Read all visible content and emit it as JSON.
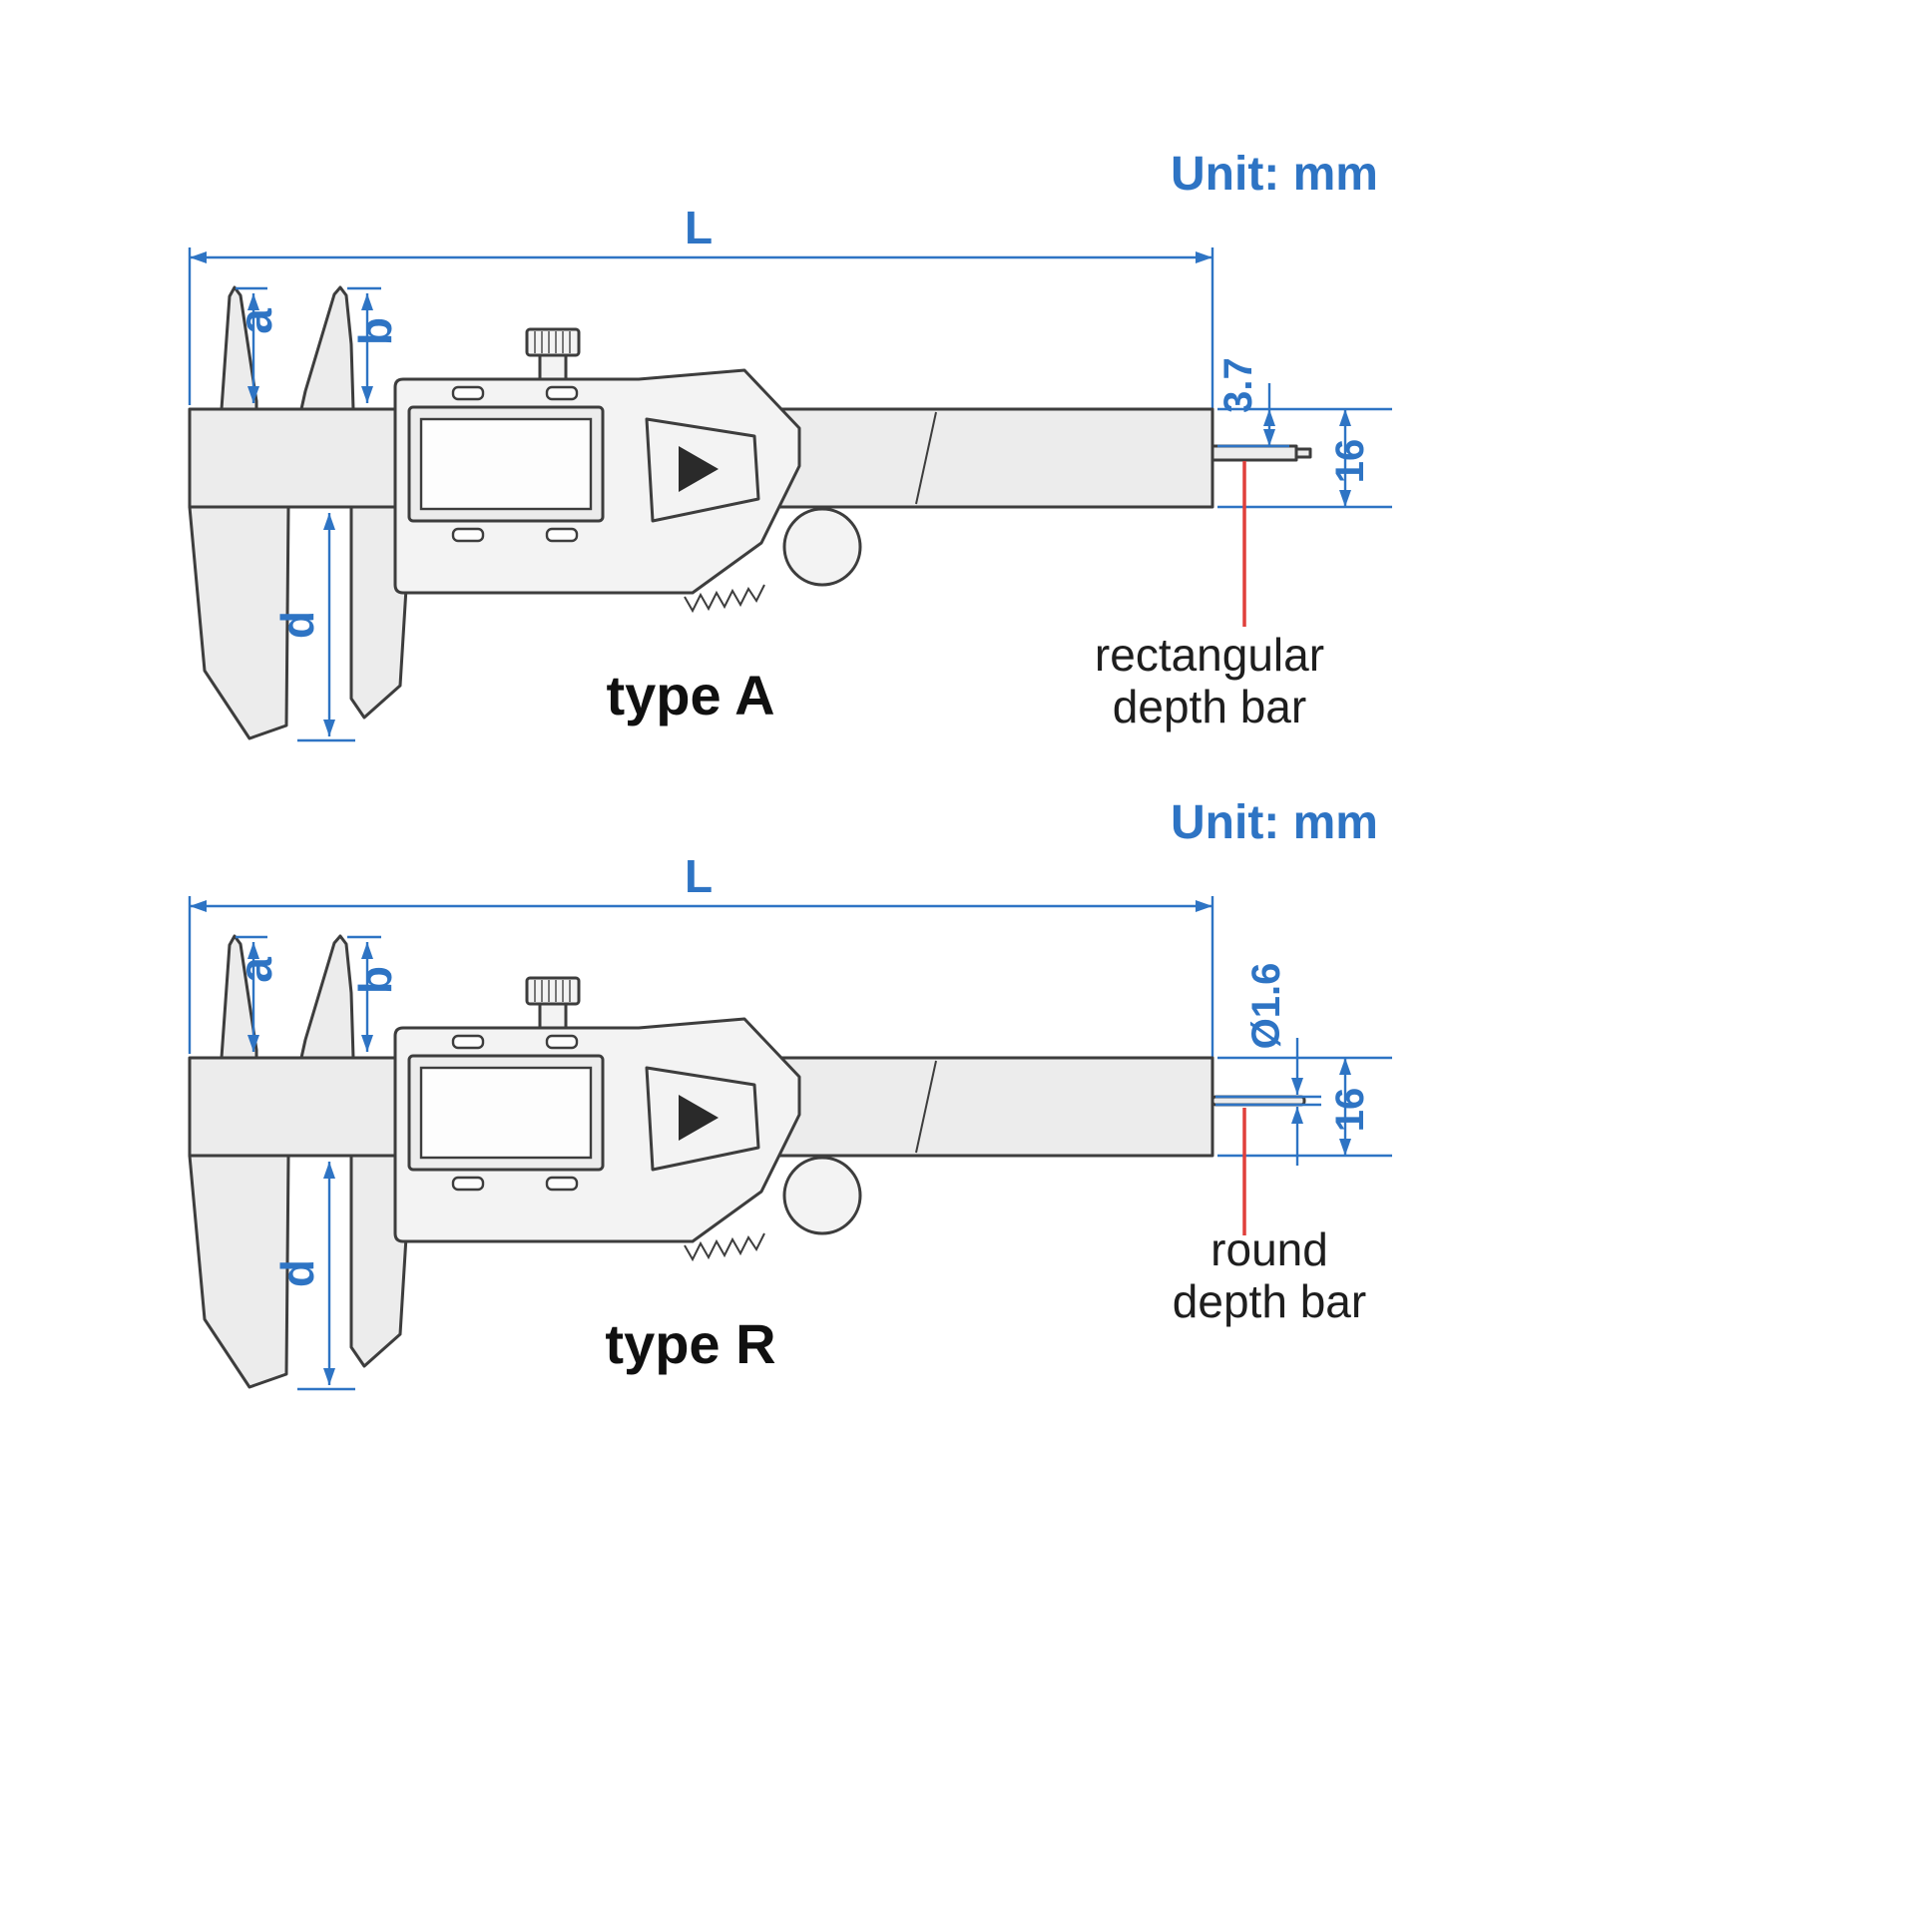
{
  "colors": {
    "dimension_blue": "#2e74c4",
    "leader_red": "#e0403c",
    "outline_gray": "#3d3d3d",
    "body_fill": "#ececec"
  },
  "diagrams": [
    {
      "unit_label": "Unit: mm",
      "length_label": "L",
      "jaw_offset_label": "a",
      "upper_jaw_label": "b",
      "lower_jaw_label": "d",
      "depth_bar_dim": "3.7",
      "beam_height_dim": "16",
      "callout_line1": "rectangular",
      "callout_line2": "depth bar",
      "type_label": "type A",
      "depth_bar_style": "rectangular"
    },
    {
      "unit_label": "Unit: mm",
      "length_label": "L",
      "jaw_offset_label": "a",
      "upper_jaw_label": "b",
      "lower_jaw_label": "d",
      "depth_bar_dim": "Ø1.6",
      "beam_height_dim": "16",
      "callout_line1": "round",
      "callout_line2": "depth bar",
      "type_label": "type R",
      "depth_bar_style": "round"
    }
  ]
}
